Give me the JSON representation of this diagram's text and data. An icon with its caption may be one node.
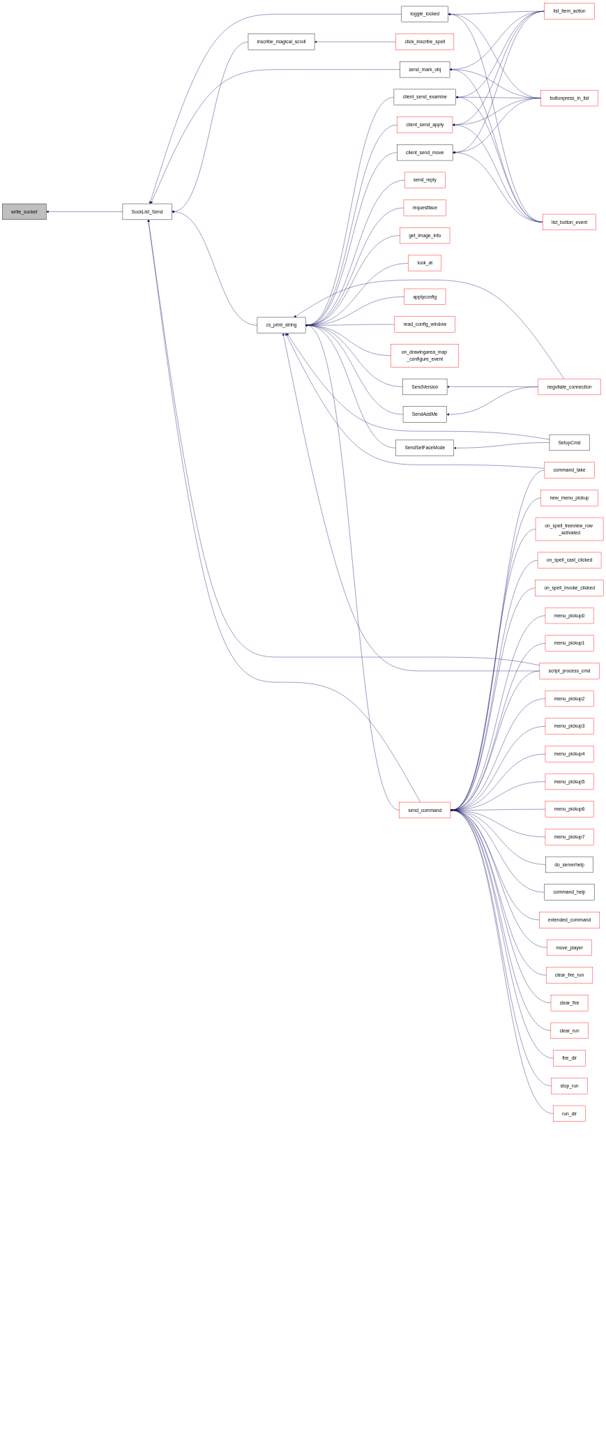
{
  "diagram": {
    "nodes": [
      {
        "text": [
          "write_socket"
        ]
      },
      {
        "text": [
          "SockList_Send"
        ]
      },
      {
        "text": [
          "cs_print_string"
        ]
      },
      {
        "text": [
          "inscribe_magical_scroll"
        ]
      },
      {
        "text": [
          "send_command"
        ]
      },
      {
        "text": [
          "click_inscribe_spell"
        ]
      },
      {
        "text": [
          "toggle_locked"
        ]
      },
      {
        "text": [
          "send_mark_obj"
        ]
      },
      {
        "text": [
          "client_send_examine"
        ]
      },
      {
        "text": [
          "client_send_apply"
        ]
      },
      {
        "text": [
          "send_reply"
        ]
      },
      {
        "text": [
          "requestface"
        ]
      },
      {
        "text": [
          "get_image_info"
        ]
      },
      {
        "text": [
          "look_at"
        ]
      },
      {
        "text": [
          "client_send_move"
        ]
      },
      {
        "text": [
          "applyconfig"
        ]
      },
      {
        "text": [
          "read_config_window"
        ]
      },
      {
        "text": [
          "on_drawingarea_map _configure_event"
        ]
      },
      {
        "text": [
          "SendVersion"
        ]
      },
      {
        "text": [
          "SendAddMe"
        ]
      },
      {
        "text": [
          "SendSetFaceMode"
        ]
      },
      {
        "text": [
          "list_item_action"
        ]
      },
      {
        "text": [
          "buttonpress_in_list"
        ]
      },
      {
        "text": [
          "list_button_event"
        ]
      },
      {
        "text": [
          "negotiate_connection"
        ]
      },
      {
        "text": [
          "SetupCmd"
        ]
      },
      {
        "text": [
          "script_process_cmd"
        ]
      },
      {
        "text": [
          "command_take"
        ]
      },
      {
        "text": [
          "new_menu_pickup"
        ]
      },
      {
        "text": [
          "on_spell_treeview_row _activated"
        ]
      },
      {
        "text": [
          "on_spell_cast_clicked"
        ]
      },
      {
        "text": [
          "on_spell_invoke_clicked"
        ]
      },
      {
        "text": [
          "menu_pickup0"
        ]
      },
      {
        "text": [
          "menu_pickup1"
        ]
      },
      {
        "text": [
          "menu_pickup2"
        ]
      },
      {
        "text": [
          "menu_pickup3"
        ]
      },
      {
        "text": [
          "menu_pickup4"
        ]
      },
      {
        "text": [
          "menu_pickup5"
        ]
      },
      {
        "text": [
          "menu_pickup6"
        ]
      },
      {
        "text": [
          "menu_pickup7"
        ]
      },
      {
        "text": [
          "do_serverhelp"
        ]
      },
      {
        "text": [
          "command_help"
        ]
      },
      {
        "text": [
          "extended_command"
        ]
      },
      {
        "text": [
          "move_player"
        ]
      },
      {
        "text": [
          "clear_fire_run"
        ]
      },
      {
        "text": [
          "clear_fire"
        ]
      },
      {
        "text": [
          "clear_run"
        ]
      },
      {
        "text": [
          "fire_dir"
        ]
      },
      {
        "text": [
          "stop_run"
        ]
      },
      {
        "text": [
          "run_dir"
        ]
      }
    ],
    "edges": [
      {
        "from": 1,
        "to": 0,
        "arrow": "to"
      },
      {
        "from": 6,
        "to": 1,
        "arrow": "to"
      },
      {
        "from": 7,
        "to": 1,
        "arrow": "to"
      },
      {
        "from": 2,
        "to": 1,
        "arrow": "to"
      },
      {
        "from": 26,
        "to": 1,
        "arrow": "to"
      },
      {
        "from": 4,
        "to": 1,
        "arrow": "to"
      },
      {
        "from": 3,
        "to": 1,
        "arrow": "to"
      },
      {
        "from": 8,
        "to": 2,
        "arrow": "to"
      },
      {
        "from": 9,
        "to": 2,
        "arrow": "to"
      },
      {
        "from": 10,
        "to": 2,
        "arrow": "to"
      },
      {
        "from": 11,
        "to": 2,
        "arrow": "to"
      },
      {
        "from": 12,
        "to": 2,
        "arrow": "to"
      },
      {
        "from": 13,
        "to": 2,
        "arrow": "to"
      },
      {
        "from": 14,
        "to": 2,
        "arrow": "to"
      },
      {
        "from": 15,
        "to": 2,
        "arrow": "to"
      },
      {
        "from": 16,
        "to": 2,
        "arrow": "to"
      },
      {
        "from": 17,
        "to": 2,
        "arrow": "to"
      },
      {
        "from": 18,
        "to": 2,
        "arrow": "to"
      },
      {
        "from": 19,
        "to": 2,
        "arrow": "to"
      },
      {
        "from": 24,
        "to": 2,
        "arrow": "to"
      },
      {
        "from": 25,
        "to": 2,
        "arrow": "to"
      },
      {
        "from": 20,
        "to": 2,
        "arrow": "to"
      },
      {
        "from": 26,
        "to": 2,
        "arrow": "to"
      },
      {
        "from": 27,
        "to": 2,
        "arrow": "to"
      },
      {
        "from": 4,
        "to": 2,
        "arrow": "to"
      },
      {
        "from": 5,
        "to": 3,
        "arrow": "to"
      },
      {
        "from": 21,
        "to": 6,
        "arrow": "to"
      },
      {
        "from": 22,
        "to": 6,
        "arrow": "to"
      },
      {
        "from": 23,
        "to": 6,
        "arrow": "to"
      },
      {
        "from": 21,
        "to": 7,
        "arrow": "to"
      },
      {
        "from": 22,
        "to": 7,
        "arrow": "to"
      },
      {
        "from": 23,
        "to": 7,
        "arrow": "to"
      },
      {
        "from": 21,
        "to": 8,
        "arrow": "to"
      },
      {
        "from": 22,
        "to": 8,
        "arrow": "to"
      },
      {
        "from": 23,
        "to": 8,
        "arrow": "to"
      },
      {
        "from": 21,
        "to": 9,
        "arrow": "to"
      },
      {
        "from": 22,
        "to": 9,
        "arrow": "to"
      },
      {
        "from": 23,
        "to": 9,
        "arrow": "to"
      },
      {
        "from": 21,
        "to": 14,
        "arrow": "to"
      },
      {
        "from": 22,
        "to": 14,
        "arrow": "to"
      },
      {
        "from": 23,
        "to": 14,
        "arrow": "to"
      },
      {
        "from": 24,
        "to": 18,
        "arrow": "to"
      },
      {
        "from": 24,
        "to": 19,
        "arrow": "to"
      },
      {
        "from": 25,
        "to": 20,
        "arrow": "to"
      },
      {
        "from": 26,
        "to": 4,
        "arrow": "to"
      },
      {
        "from": 27,
        "to": 4,
        "arrow": "to"
      },
      {
        "from": 28,
        "to": 4,
        "arrow": "to"
      },
      {
        "from": 29,
        "to": 4,
        "arrow": "to"
      },
      {
        "from": 30,
        "to": 4,
        "arrow": "to"
      },
      {
        "from": 31,
        "to": 4,
        "arrow": "to"
      },
      {
        "from": 32,
        "to": 4,
        "arrow": "to"
      },
      {
        "from": 33,
        "to": 4,
        "arrow": "to"
      },
      {
        "from": 34,
        "to": 4,
        "arrow": "to"
      },
      {
        "from": 35,
        "to": 4,
        "arrow": "to"
      },
      {
        "from": 36,
        "to": 4,
        "arrow": "to"
      },
      {
        "from": 37,
        "to": 4,
        "arrow": "to"
      },
      {
        "from": 38,
        "to": 4,
        "arrow": "to"
      },
      {
        "from": 39,
        "to": 4,
        "arrow": "to"
      },
      {
        "from": 40,
        "to": 4,
        "arrow": "to"
      },
      {
        "from": 41,
        "to": 4,
        "arrow": "to"
      },
      {
        "from": 42,
        "to": 4,
        "arrow": "to"
      },
      {
        "from": 43,
        "to": 4,
        "arrow": "to"
      },
      {
        "from": 44,
        "to": 4,
        "arrow": "to"
      },
      {
        "from": 45,
        "to": 4,
        "arrow": "to"
      },
      {
        "from": 46,
        "to": 4,
        "arrow": "to"
      },
      {
        "from": 47,
        "to": 4,
        "arrow": "to"
      },
      {
        "from": 48,
        "to": 4,
        "arrow": "to"
      },
      {
        "from": 49,
        "to": 4,
        "arrow": "to"
      }
    ]
  }
}
